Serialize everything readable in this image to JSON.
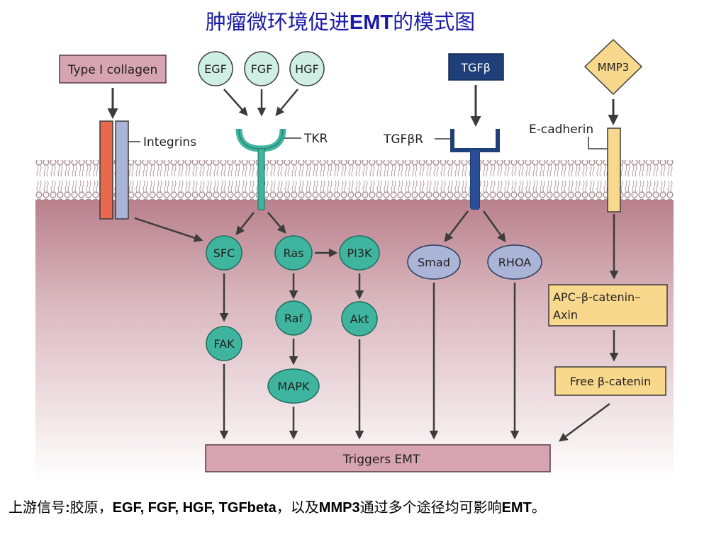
{
  "title": {
    "prefix": "肿瘤微环境促进",
    "bold": "EMT",
    "suffix": "的模式图"
  },
  "ligands": {
    "type1_collagen": "Type I collagen",
    "egf": "EGF",
    "fgf": "FGF",
    "hgf": "HGF",
    "tgfb": "TGFβ",
    "mmp3": "MMP3"
  },
  "receptors": {
    "integrins": "Integrins",
    "tkr": "TKR",
    "tgfbr": "TGFβR",
    "ecadherin": "E-cadherin"
  },
  "nodes": {
    "sfc": "SFC",
    "fak": "FAK",
    "ras": "Ras",
    "raf": "Raf",
    "mapk": "MAPK",
    "pi3k": "PI3K",
    "akt": "Akt",
    "smad": "Smad",
    "rhoa": "RHOA",
    "apc_line1": "APC–β-catenin–",
    "apc_line2": "Axin",
    "free_bcatenin": "Free β-catenin",
    "triggers_emt": "Triggers EMT"
  },
  "caption": [
    {
      "text": "上游信号",
      "bold": false
    },
    {
      "text": ":",
      "bold": true
    },
    {
      "text": "胶原，",
      "bold": false
    },
    {
      "text": "EGF, FGF, HGF, TGFbeta",
      "bold": true
    },
    {
      "text": "，以及",
      "bold": false
    },
    {
      "text": "MMP3",
      "bold": true
    },
    {
      "text": "通过多个途径均可影响",
      "bold": false
    },
    {
      "text": "EMT",
      "bold": true
    },
    {
      "text": "。",
      "bold": false
    }
  ],
  "colors": {
    "title": "#1a1aa8",
    "teal_node": "#3fb59f",
    "pale_teal": "#cfeee4",
    "navy": "#1f3f7a",
    "lavender": "#a9b4d6",
    "orange_box": "#f7d88c",
    "mauve_box": "#d6a4b3",
    "cytoplasm": "#c7949f"
  }
}
